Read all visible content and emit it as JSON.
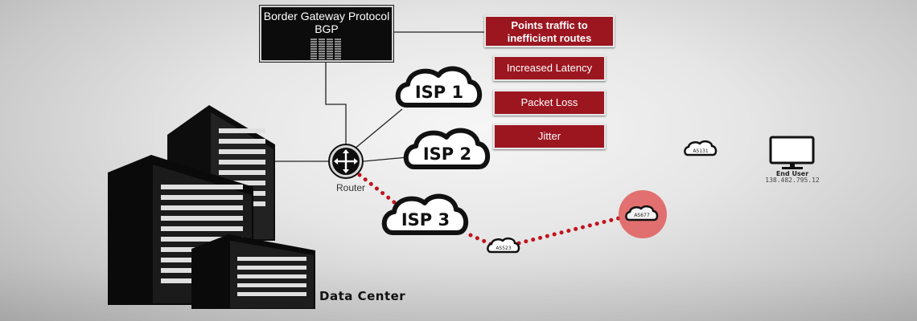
{
  "bgp": {
    "title": "Border Gateway Protocol",
    "abbr": "BGP"
  },
  "heading": "Points traffic to inefficient routes",
  "effects": [
    "Increased Latency",
    "Packet Loss",
    "Jitter"
  ],
  "isps": [
    "ISP 1",
    "ISP 2",
    "ISP 3"
  ],
  "router_label": "Router",
  "autonomous_systems": [
    "AS523",
    "AS677",
    "AS131"
  ],
  "end_user": {
    "label": "End User",
    "ip": "138.482.795.12"
  },
  "data_center_label": "Data Center",
  "colors": {
    "route_red": "#c0141e",
    "box_red": "#9c1620",
    "highlight_red": "#e05a5a",
    "dark": "#111111"
  }
}
